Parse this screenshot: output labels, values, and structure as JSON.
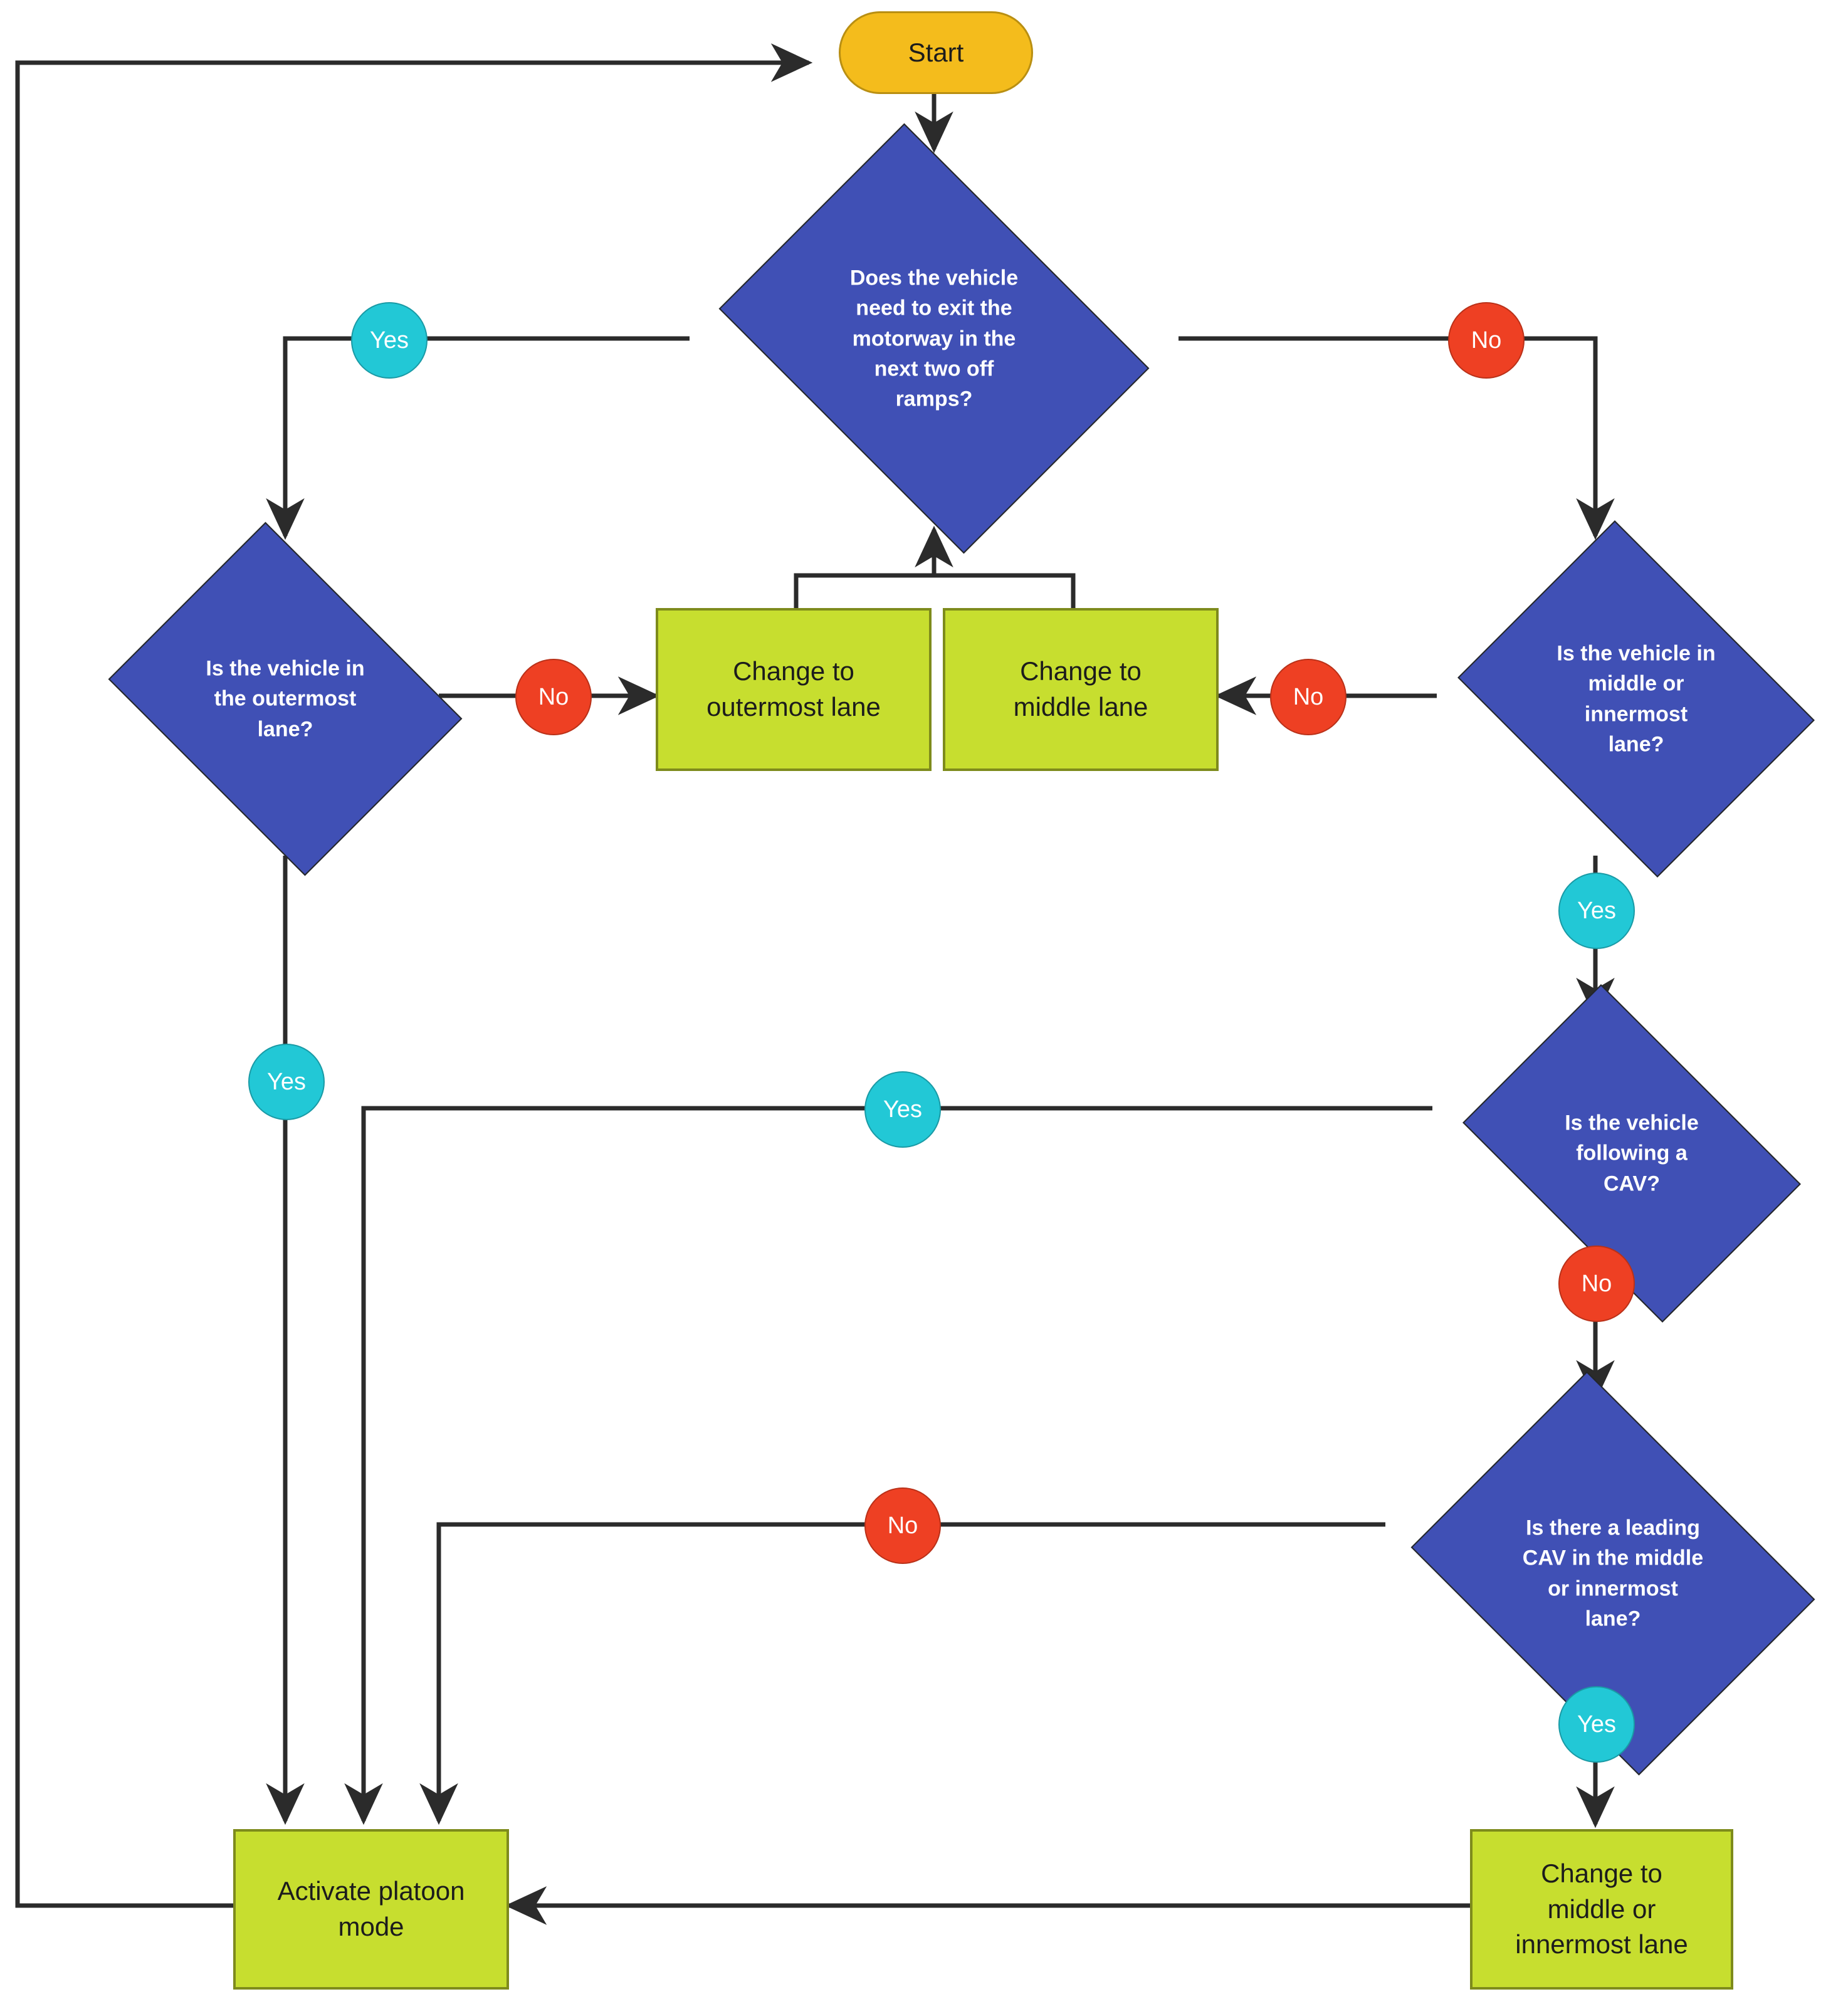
{
  "diagram": {
    "title": "CAV motorway lane-change and platooning decision flowchart",
    "colors": {
      "terminator_fill": "#f4bc1c",
      "process_fill": "#c7de2f",
      "decision_fill": "#4050b5",
      "yes_pill": "#22c8d6",
      "no_pill": "#ee4023",
      "line": "#2b2b2b",
      "decision_text": "#ffffff",
      "node_text": "#1c1c1c"
    },
    "nodes": {
      "start": {
        "label": "Start",
        "type": "terminator"
      },
      "exit_decision": {
        "label": "Does the vehicle\nneed to exit the\nmotorway in the\nnext two off\nramps?",
        "type": "decision"
      },
      "outermost_decision": {
        "label": "Is the vehicle in\nthe outermost\nlane?",
        "type": "decision"
      },
      "change_outermost": {
        "label": "Change to\noutermost lane",
        "type": "process"
      },
      "change_middle": {
        "label": "Change to\nmiddle lane",
        "type": "process"
      },
      "middle_inner_decision": {
        "label": "Is the vehicle in\nmiddle or\ninnermost\nlane?",
        "type": "decision"
      },
      "following_cav_decision": {
        "label": "Is the vehicle\nfollowing a\nCAV?",
        "type": "decision"
      },
      "leading_cav_decision": {
        "label": "Is there a leading\nCAV in the middle\nor innermost\nlane?",
        "type": "decision"
      },
      "activate_platoon": {
        "label": "Activate platoon\nmode",
        "type": "process"
      },
      "change_middle_inner": {
        "label": "Change to\nmiddle or\ninnermost lane",
        "type": "process"
      }
    },
    "edge_labels": {
      "exit_yes": "Yes",
      "exit_no": "No",
      "outermost_no": "No",
      "outermost_yes": "Yes",
      "middle_inner_no": "No",
      "middle_inner_yes": "Yes",
      "following_cav_yes": "Yes",
      "following_cav_no": "No",
      "leading_cav_no": "No",
      "leading_cav_yes": "Yes"
    }
  }
}
